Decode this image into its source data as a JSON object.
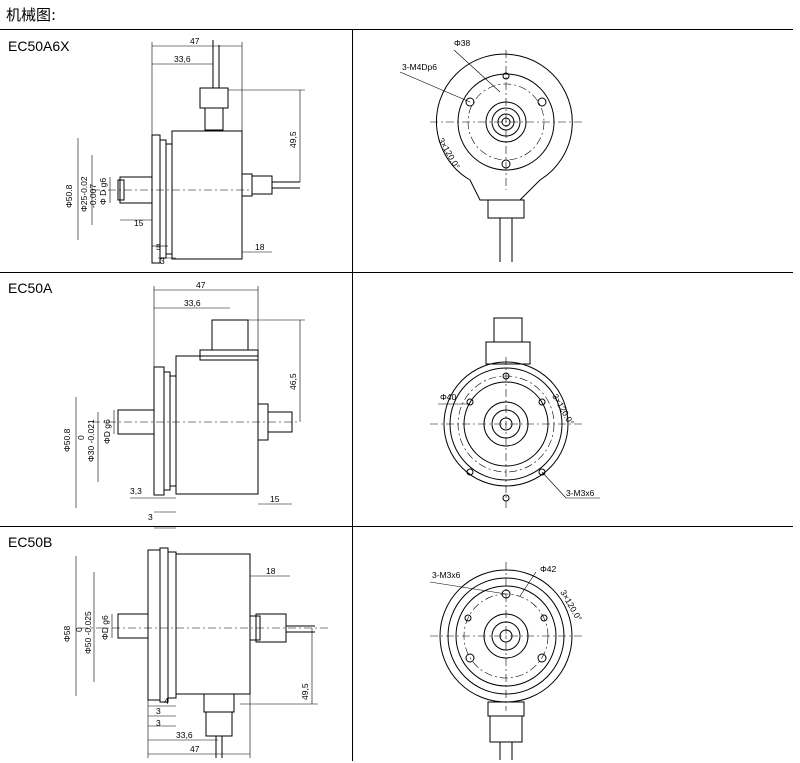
{
  "heading": "机械图:",
  "models": [
    {
      "name": "EC50A6X",
      "side_dims": [
        "47",
        "33,6",
        "49,5",
        "18",
        "15",
        "3",
        "5"
      ],
      "diameter_labels": [
        "Φ50.8",
        "Φ25-0.02",
        "-0.007",
        "Φ D g6"
      ],
      "front_labels": [
        "Φ38",
        "3-M4Dp6",
        "3×120.0°"
      ]
    },
    {
      "name": "EC50A",
      "side_dims": [
        "47",
        "33,6",
        "46,5",
        "15",
        "3,3",
        "3"
      ],
      "diameter_labels": [
        "Φ50.8",
        "0",
        "Φ30 -0.021",
        "ΦD g6"
      ],
      "front_labels": [
        "Φ40",
        "3×120.0°",
        "3-M3x6"
      ]
    },
    {
      "name": "EC50B",
      "side_dims": [
        "18",
        "49,5",
        "33,6",
        "47",
        "4",
        "3",
        "3"
      ],
      "diameter_labels": [
        "Φ58",
        "0",
        "Φ50 -0.025",
        "ΦD g6"
      ],
      "front_labels": [
        "3-M3x6",
        "Φ42",
        "3×120.0°"
      ]
    }
  ]
}
